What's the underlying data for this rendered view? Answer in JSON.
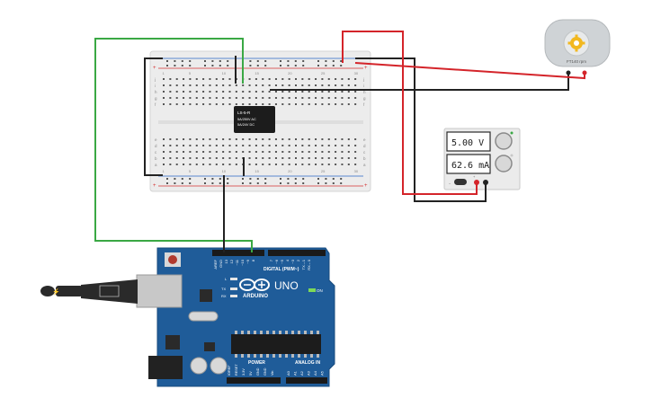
{
  "circuit": {
    "relay": {
      "line1": "LS-5-R",
      "line2": "5A/250V AC",
      "line3": "5A/24V DC"
    },
    "motor": {
      "label": "FT140 rpm"
    },
    "power_supply": {
      "voltage": "5.00 V",
      "current": "62.6 mA",
      "plus": "+",
      "minus": "−"
    },
    "arduino": {
      "brand": "ARDUINO",
      "model": "UNO",
      "on_label": "ON",
      "digital_label": "DIGITAL (PWM~)",
      "power_label": "POWER",
      "analog_label": "ANALOG IN",
      "aref": "AREF",
      "gnd": "GND",
      "pin13": "13",
      "pin12": "12",
      "pin11": "~11",
      "pin10": "~10",
      "pin9": "~9",
      "pin8": "8",
      "pin7": "7",
      "pin6": "~6",
      "pin5": "~5",
      "pin4": "4",
      "pin3": "~3",
      "pin2": "2",
      "pin1": "TX→1",
      "pin0": "RX←0",
      "led_l": "L",
      "led_tx": "TX",
      "led_rx": "RX",
      "power_pins": [
        "IOREF",
        "RESET",
        "3.3V",
        "5V",
        "GND",
        "GND",
        "Vin"
      ],
      "analog_pins": [
        "A0",
        "A1",
        "A2",
        "A3",
        "A4",
        "A5"
      ]
    },
    "breadboard": {
      "row_letters": [
        "a",
        "b",
        "c",
        "d",
        "e",
        "f",
        "g",
        "h",
        "i",
        "j"
      ],
      "col_numbers": [
        "1",
        "5",
        "10",
        "15",
        "20",
        "25",
        "30"
      ]
    },
    "colors": {
      "wire_green": "#3aa844",
      "wire_red": "#d4242a",
      "wire_black": "#222222",
      "board_blue": "#1f5c99",
      "breadboard": "#ececec"
    }
  }
}
